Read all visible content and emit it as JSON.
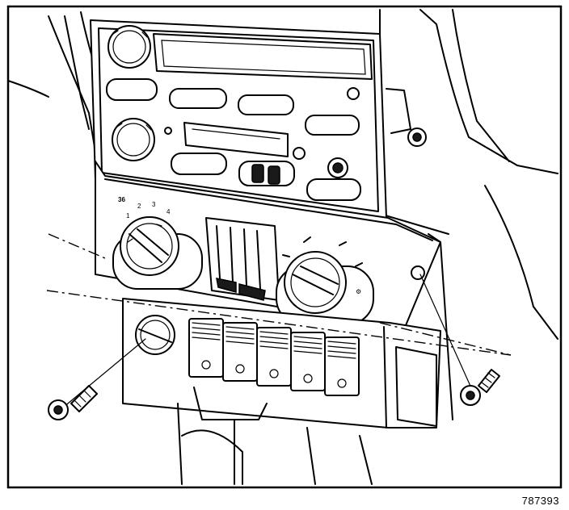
{
  "figure": {
    "reference_number": "787393",
    "fan_speed_labels": [
      "1",
      "2",
      "3",
      "4"
    ]
  }
}
